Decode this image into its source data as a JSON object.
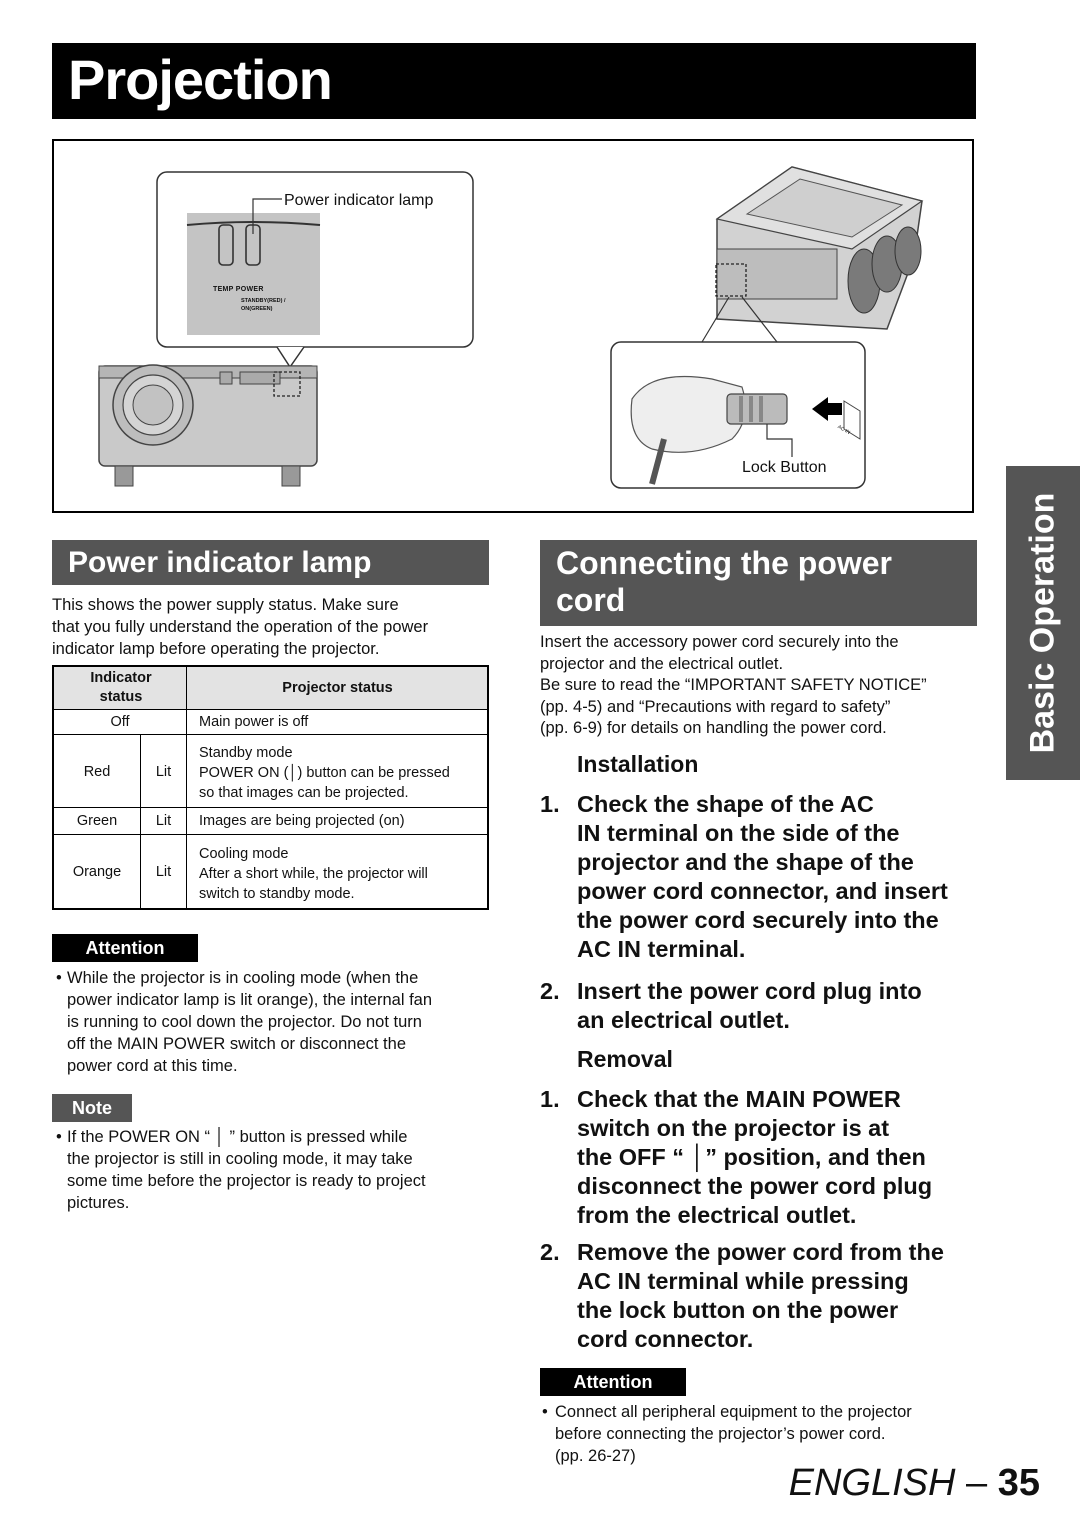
{
  "page_title": "Projection",
  "figure": {
    "callout_power_lamp": "Power indicator lamp",
    "panel_temp": "TEMP",
    "panel_power": "POWER",
    "panel_standby": "STANDBY(RED) /",
    "panel_on": "ON(GREEN)",
    "callout_lock": "Lock Button",
    "socket_label": "AC IN"
  },
  "left": {
    "heading": "Power indicator lamp",
    "intro": [
      "This shows the power supply status. Make sure",
      "that you fully understand the operation of the power",
      "indicator lamp before operating the projector."
    ],
    "table": {
      "header_indicator_1": "Indicator",
      "header_indicator_2": "status",
      "header_projector": "Projector status",
      "rows": [
        {
          "color": "Off",
          "state": "",
          "lines": [
            "Main power is off"
          ]
        },
        {
          "color": "Red",
          "state": "Lit",
          "lines": [
            "Standby mode",
            "POWER ON (│) button can be pressed",
            "so that images can be projected."
          ]
        },
        {
          "color": "Green",
          "state": "Lit",
          "lines": [
            "Images are being projected (on)"
          ]
        },
        {
          "color": "Orange",
          "state": "Lit",
          "lines": [
            "Cooling mode",
            "After a short while, the projector will",
            "switch to standby mode."
          ]
        }
      ]
    },
    "attention_label": "Attention",
    "attention_lines": [
      "While the projector is in cooling mode (when the",
      "power indicator lamp is lit orange), the internal fan",
      "is running to cool down the projector. Do not turn",
      "off the MAIN POWER switch or disconnect the",
      "power cord at this time."
    ],
    "note_label": "Note",
    "note_lines": [
      "If the POWER ON “ │ ” button is pressed while",
      "the projector is still in cooling mode, it may take",
      "some time before the projector is ready to project",
      "pictures."
    ]
  },
  "right": {
    "heading_line1": "Connecting the power",
    "heading_line2": "cord",
    "intro": [
      "Insert the accessory power cord securely into the",
      "projector and the electrical outlet.",
      "Be sure to read the “IMPORTANT SAFETY NOTICE”",
      "(pp. 4-5) and “Precautions with regard to safety”",
      "(pp. 6-9) for details on handling the power cord."
    ],
    "installation_head": "Installation",
    "install_steps": [
      {
        "num": "1.",
        "lines": [
          "Check the shape of the AC",
          "IN terminal on the side of the",
          "projector and the shape of the",
          "power cord connector, and insert",
          "the power cord securely into the",
          "AC IN terminal."
        ]
      },
      {
        "num": "2.",
        "lines": [
          "Insert the power cord plug into",
          "an electrical outlet."
        ]
      }
    ],
    "removal_head": "Removal",
    "removal_steps": [
      {
        "num": "1.",
        "lines": [
          "Check that the MAIN POWER",
          "switch on the projector is at",
          "the OFF “ │” position, and then",
          "disconnect the power cord plug",
          "from the electrical outlet."
        ]
      },
      {
        "num": "2.",
        "lines": [
          "Remove the power cord from the",
          "AC IN terminal while pressing",
          "the lock button on the power",
          "cord connector."
        ]
      }
    ],
    "attention_label": "Attention",
    "attention_lines": [
      "Connect all peripheral equipment to the projector",
      "before connecting the projector’s power cord.",
      "(pp. 26-27)"
    ]
  },
  "side_tab": "Basic Operation",
  "footer": {
    "language": "ENGLISH",
    "dash": "–",
    "page": "35"
  },
  "colors": {
    "heading_bg": "#555555",
    "title_bg": "#000000"
  }
}
